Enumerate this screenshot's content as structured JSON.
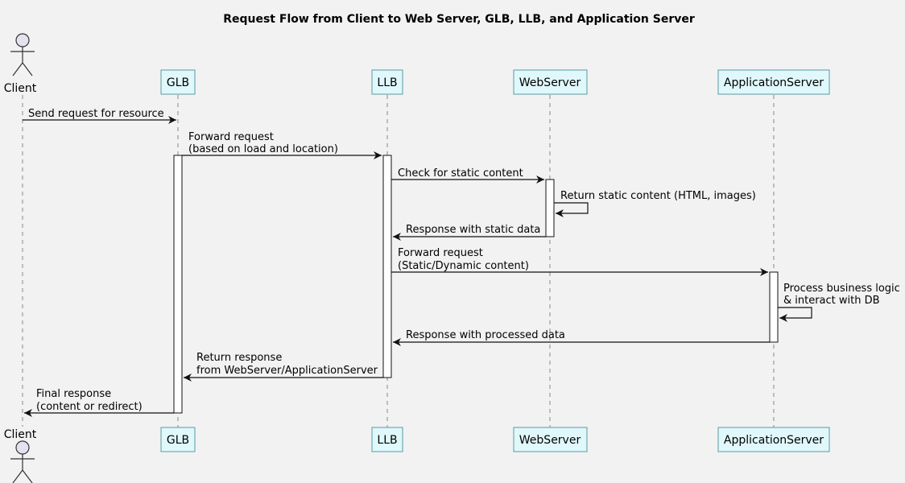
{
  "title": "Request Flow from Client to Web Server, GLB, LLB, and Application Server",
  "participants": {
    "client": "Client",
    "glb": "GLB",
    "llb": "LLB",
    "webserver": "WebServer",
    "appserver": "ApplicationServer"
  },
  "messages": [
    {
      "from": "client",
      "to": "glb",
      "lines": [
        "Send request for resource"
      ]
    },
    {
      "from": "glb",
      "to": "llb",
      "lines": [
        "Forward request",
        "(based on load and location)"
      ]
    },
    {
      "from": "llb",
      "to": "webserver",
      "lines": [
        "Check for static content"
      ]
    },
    {
      "from": "webserver",
      "to": "webserver",
      "lines": [
        "Return static content (HTML, images)"
      ]
    },
    {
      "from": "webserver",
      "to": "llb",
      "lines": [
        "Response with static data"
      ]
    },
    {
      "from": "llb",
      "to": "appserver",
      "lines": [
        "Forward request",
        "(Static/Dynamic content)"
      ]
    },
    {
      "from": "appserver",
      "to": "appserver",
      "lines": [
        "Process business logic",
        "& interact with DB"
      ]
    },
    {
      "from": "appserver",
      "to": "llb",
      "lines": [
        "Response with processed data"
      ]
    },
    {
      "from": "llb",
      "to": "glb",
      "lines": [
        "Return response",
        "from WebServer/ApplicationServer"
      ]
    },
    {
      "from": "glb",
      "to": "client",
      "lines": [
        "Final response",
        "(content or redirect)"
      ]
    }
  ]
}
